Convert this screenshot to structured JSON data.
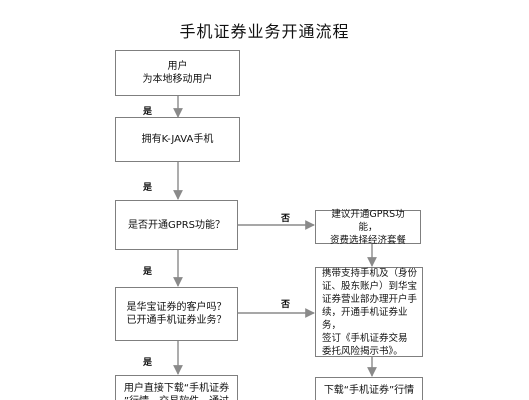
{
  "title": "手机证券业务开通流程",
  "boxes": {
    "user": "用户\n为本地移动用户",
    "phone": "拥有K-JAVA手机",
    "gprs_q": "是否开通GPRS功能？",
    "gprs_suggest": "建议开通GPRS功能，\n资费选择经济套餐",
    "client_q": "是华宝证券的客户吗？\n已开通手机证券业务？",
    "branch": "携带支持手机及（身份\n证、股东账户）到华宝\n证券营业部办理开户手\n续，开通手机证券业务，\n签订《手机证券交易\n委托风险揭示书》。",
    "download_left": "用户直接下载“手机证券\n”行情、交易软件，通过",
    "download_right": "下载“手机证券”行情"
  },
  "labels": {
    "yes": "是",
    "no": "否"
  }
}
